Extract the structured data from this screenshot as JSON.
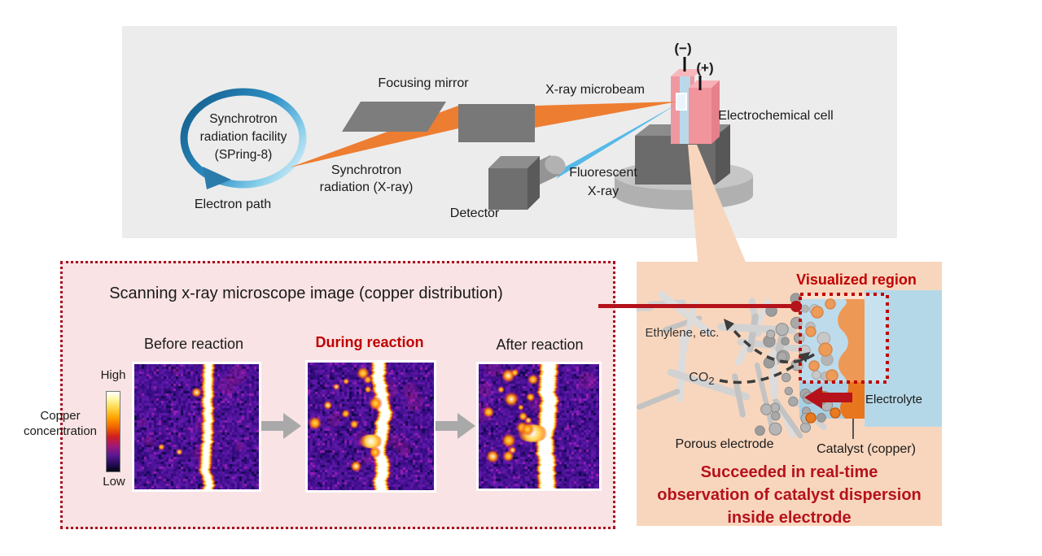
{
  "colors": {
    "accent_red": "#b5121b",
    "deep_red": "#c00000",
    "panel_gray": "#ececec",
    "panel_pink": "#f9e3e4",
    "panel_peach": "#f8d6bd",
    "beam_orange": "#ed7d31",
    "beam_blue": "#55b9e8",
    "catalyst_orange": "#e8761e",
    "electrolyte_blue": "#b5d8e8"
  },
  "top_diagram": {
    "facility": "Synchrotron\nradiation facility\n(SPring-8)",
    "electron_path": "Electron path",
    "radiation": "Synchrotron\nradiation (X-ray)",
    "focusing_mirror": "Focusing mirror",
    "xray_microbeam": "X-ray microbeam",
    "fluorescent_xray": "Fluorescent\nX-ray",
    "detector": "Detector",
    "cell": "Electrochemical cell",
    "electrode_minus": "(−)",
    "electrode_plus": "(+)"
  },
  "scan_panel": {
    "title": "Scanning x-ray microscope image (copper distribution)",
    "colorbar": {
      "high": "High",
      "low": "Low",
      "label": "Copper\nconcentration"
    },
    "stages": [
      {
        "label": "Before reaction",
        "highlight": false,
        "seed": 11,
        "band_x": 0.6,
        "band_w": 7,
        "hotspots": 3,
        "flare": null
      },
      {
        "label": "During reaction",
        "highlight": true,
        "seed": 47,
        "band_x": 0.56,
        "band_w": 11,
        "hotspots": 12,
        "flare": {
          "y": 0.62,
          "r": 7
        }
      },
      {
        "label": "After reaction",
        "highlight": false,
        "seed": 83,
        "band_x": 0.58,
        "band_w": 15,
        "hotspots": 16,
        "flare": {
          "y": 0.56,
          "r": 9
        }
      }
    ]
  },
  "cell_panel": {
    "title": "Visualized region",
    "ethylene": "Ethylene, etc.",
    "co2": {
      "base": "CO",
      "sub": "2"
    },
    "porous_electrode": "Porous electrode",
    "electrolyte": "Electrolyte",
    "catalyst": "Catalyst (copper)",
    "caption": "Succeeded in real-time\nobservation of catalyst dispersion\ninside electrode"
  }
}
